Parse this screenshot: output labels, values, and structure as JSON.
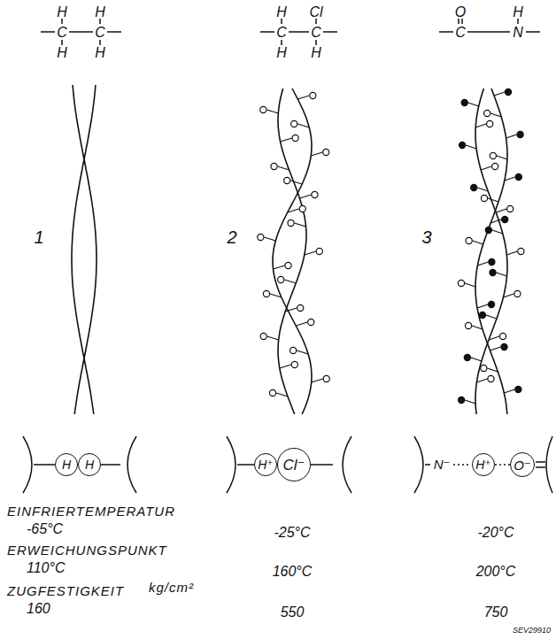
{
  "diagram": {
    "nodes": [
      {
        "text": [
          "H"
        ]
      },
      {
        "text": [
          "H"
        ]
      },
      {
        "text": [
          "H⁺"
        ]
      },
      {
        "text": [
          "Cl⁻"
        ]
      },
      {
        "text": [
          "H⁺"
        ]
      },
      {
        "text": [
          "O⁻"
        ]
      }
    ],
    "edges": [
      {
        "from": 4,
        "to": 5,
        "arrow": "none"
      }
    ],
    "labels": [
      "H",
      "H",
      "C",
      "C",
      "H",
      "H",
      "H",
      "Cl",
      "C",
      "C",
      "H",
      "H",
      "O",
      "C",
      "H",
      "N",
      "1",
      "2",
      "3",
      "N⁻",
      "EINFRIERTEMPERATUR",
      "-65°C",
      "-25°C",
      "-20°C",
      "ERWEICHUNGSPUNKT",
      "110°C",
      "160°C",
      "200°C",
      "ZUGFESTIGKEIT",
      "kg/cm²",
      "160",
      "550",
      "750",
      "SEV29910"
    ]
  }
}
